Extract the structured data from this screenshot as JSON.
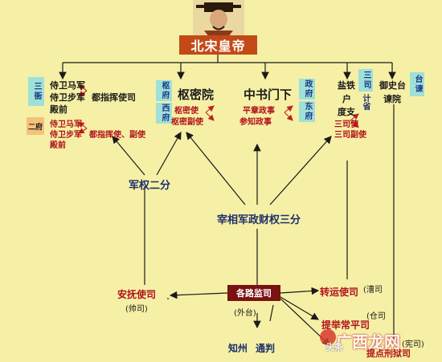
{
  "emperor": {
    "label": "北宋皇帝"
  },
  "left_group": {
    "label_sanya": "三衙",
    "label_erfu": "二府",
    "lines": [
      "侍卫马军",
      "侍卫步军",
      "殿前"
    ],
    "zhihui": "都指挥使司",
    "red_lines": [
      "侍卫马军",
      "侍卫步军",
      "殿前"
    ],
    "red_titles": "都指挥使、副使"
  },
  "shumi": {
    "side_top": "枢府",
    "side_bottom": "西府",
    "title": "枢密院",
    "officials": [
      "枢密使",
      "枢密副使"
    ]
  },
  "zhongshu": {
    "title": "中书门下",
    "officials": [
      "平章政事",
      "参知政事"
    ],
    "side_top": "政府",
    "side_bottom": "东府"
  },
  "sansi": {
    "items": [
      "盐铁",
      "户",
      "度支"
    ],
    "side": "三司",
    "side2": "计省",
    "officials": [
      "三司使",
      "三司副使"
    ]
  },
  "yushi": {
    "lines": [
      "御史台",
      "谏院"
    ],
    "side": "台谏"
  },
  "center": {
    "junquan": "军权二分",
    "main": "宰相军政财权三分"
  },
  "bottom": {
    "anfu": "安抚使司",
    "anfu_sub": "(帅司)",
    "jianqi": "各路监司",
    "waitai": "(外台)",
    "zhuanyun": "转运使司",
    "zhuanyun_note": "(漕司",
    "tiju": "提举常平司",
    "tiju_note": "(仓司",
    "tixing": "提点刑狱司",
    "tixing_note": "(宪司)",
    "zhizhou": "知州",
    "tongpan": "通判"
  },
  "watermark": {
    "brand": "广西龙网",
    "sub": "头条"
  },
  "colors": {
    "background": "#f6f0a6",
    "emperor_box": "#c34a16",
    "jianqi_box": "#7a1212",
    "teal_box": "#9fe0d8",
    "orange_box": "#f5c27a",
    "arrow_red": "#c0201f",
    "arrow_dark": "#222222"
  }
}
